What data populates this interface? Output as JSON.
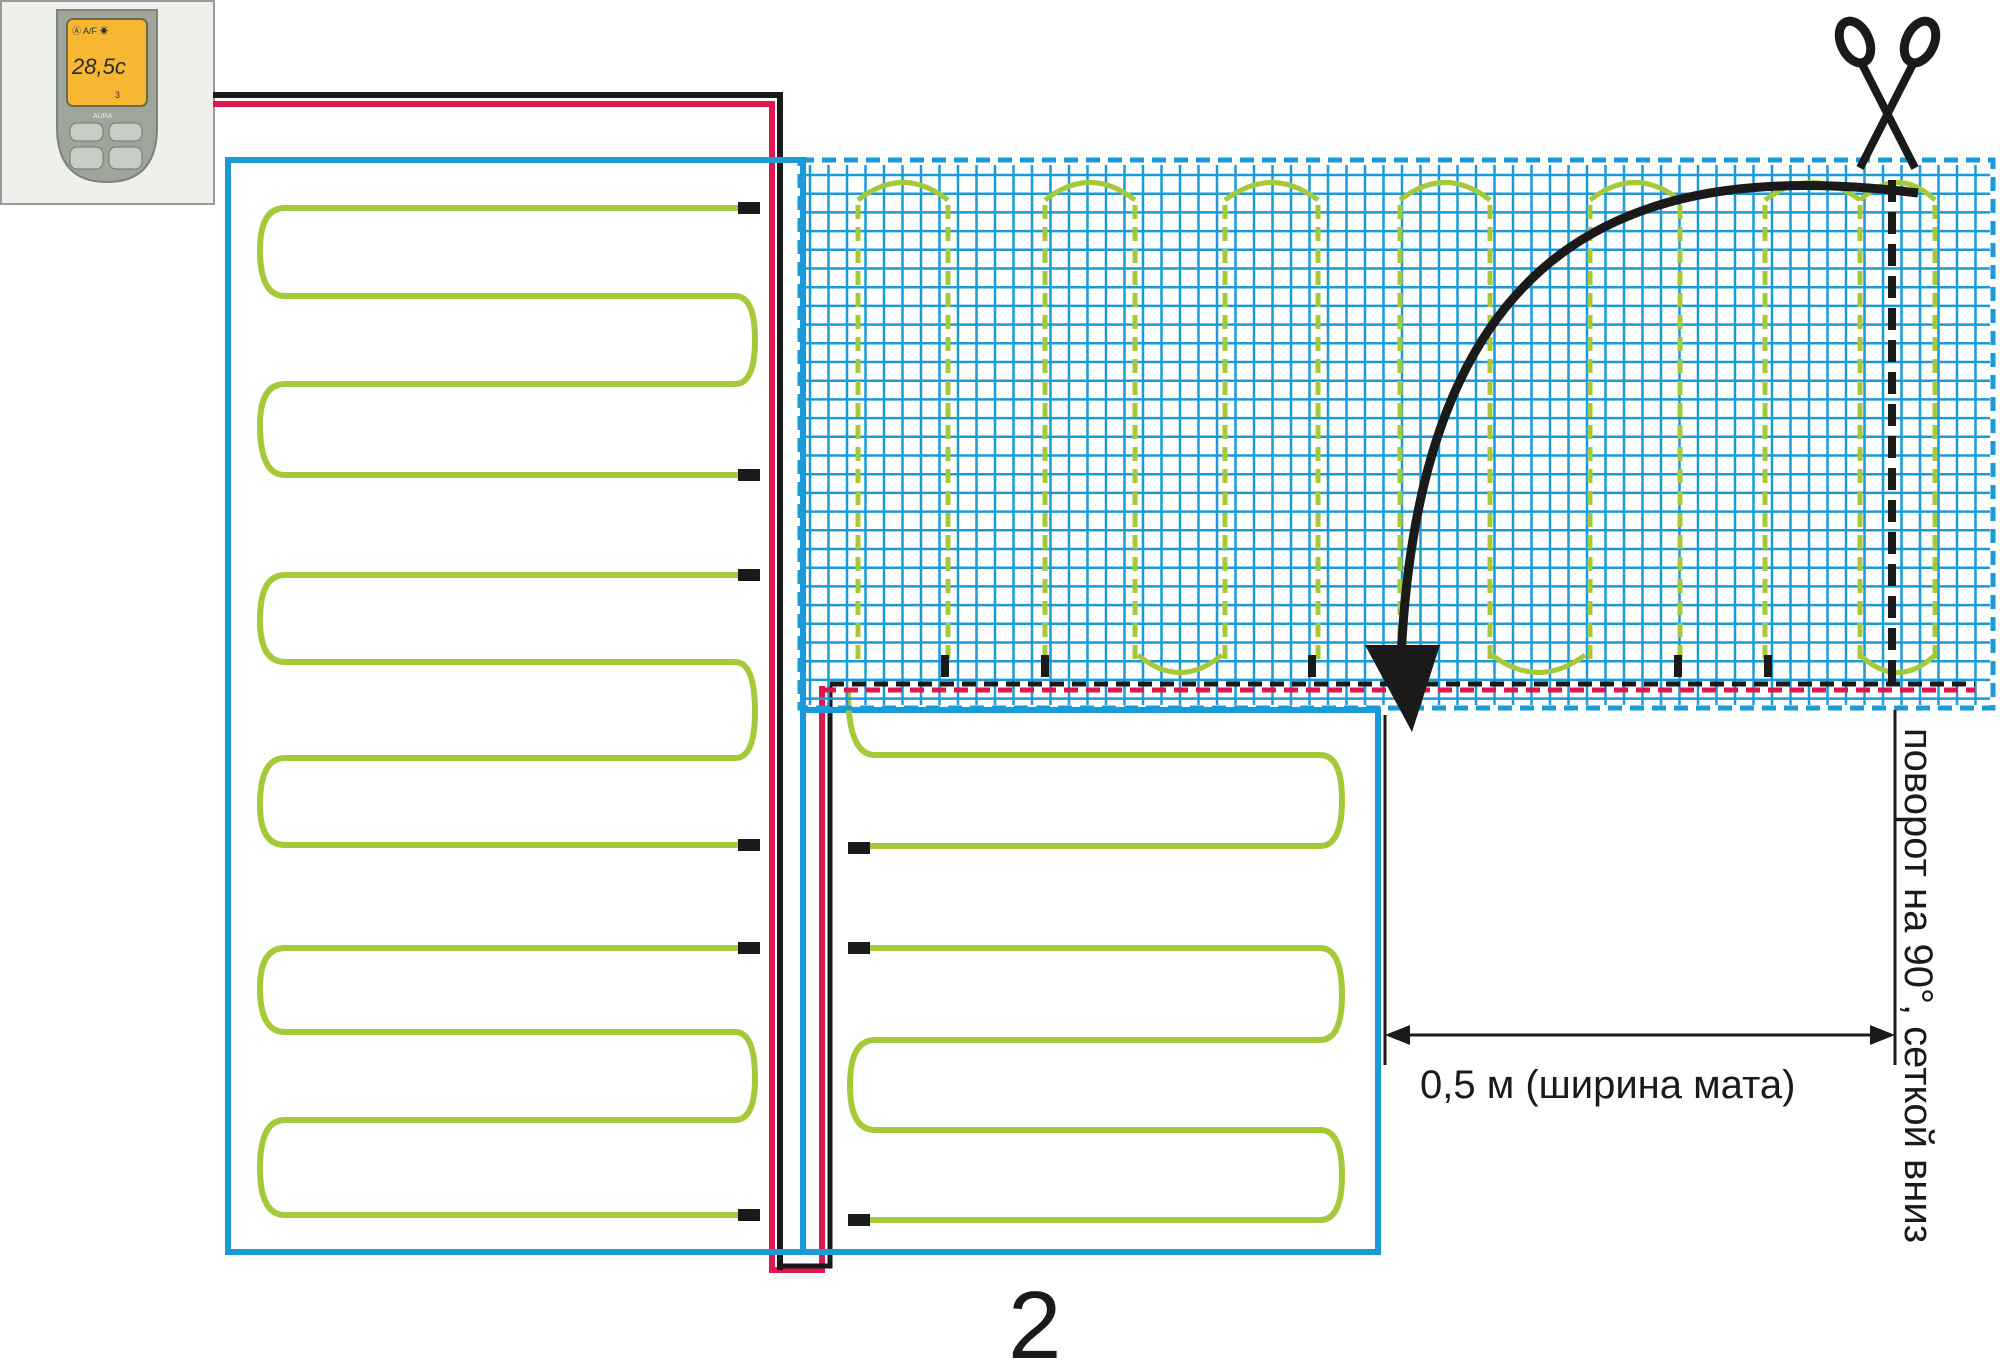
{
  "thermostat": {
    "icons_line": "Ⓐ A/F ☀",
    "display_value": "28,5c",
    "brand": "AURA",
    "extra": "3"
  },
  "annotations": {
    "width_label": "0,5 м (ширина мата)",
    "rotation_label": "поворот на 90°, сеткой вниз",
    "step_number": "2"
  },
  "icons": {
    "scissors": "scissors-icon",
    "arrow": "curved-arrow-icon"
  },
  "colors": {
    "mat_border": "#1a9bd7",
    "heating_cable": "#a6c93a",
    "power_red": "#e0174f",
    "power_black": "#1a1a1a",
    "lcd": "#f7b733"
  }
}
